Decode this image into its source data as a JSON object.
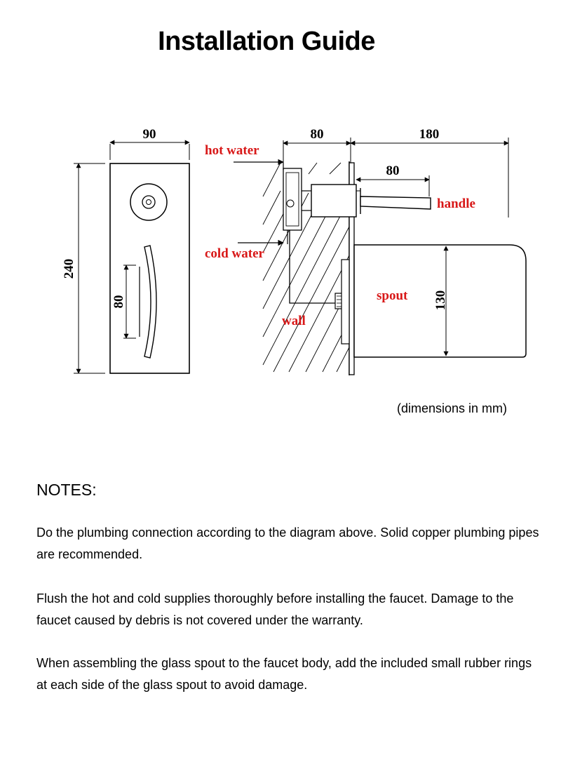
{
  "title": "Installation Guide",
  "diagram": {
    "front_view": {
      "width_label": "90",
      "height_label": "240",
      "slot_label": "80"
    },
    "side_view": {
      "depth_label": "80",
      "reach_label": "180",
      "handle_length_label": "80",
      "spout_height_label": "130",
      "labels": {
        "hot_water": "hot water",
        "cold_water": "cold water",
        "wall": "wall",
        "handle": "handle",
        "spout": "spout"
      }
    },
    "units_note": "(dimensions in mm)",
    "label_color": "#d81818"
  },
  "notes": {
    "heading": "NOTES:",
    "items": [
      "Do the plumbing connection according to the diagram above. Solid copper plumbing pipes are recommended.",
      "Flush the hot and cold supplies thoroughly before installing the faucet. Damage to the faucet caused by debris is not covered under the warranty.",
      "When assembling the glass spout to the faucet body, add the included small rubber rings at each side of the glass spout to avoid damage."
    ]
  }
}
